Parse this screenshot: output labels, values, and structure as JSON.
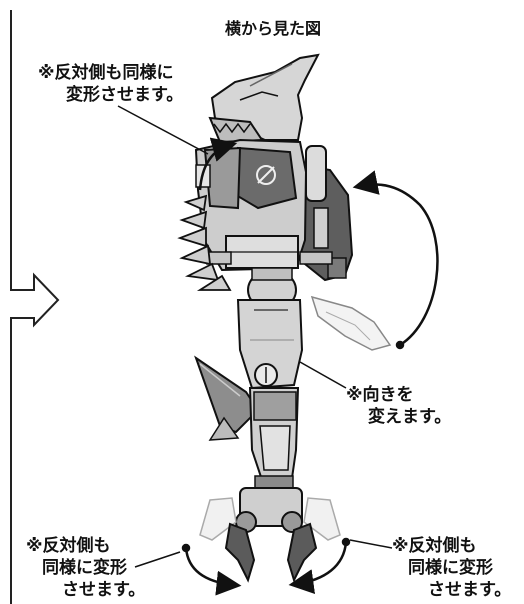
{
  "title": "横から見た図",
  "notes": {
    "top": [
      "※反対側も同様に",
      "変形させます。"
    ],
    "right": [
      "※向きを",
      "変えます。"
    ],
    "bottom_left": [
      "※反対側も",
      "同様に変形",
      "させます。"
    ],
    "bottom_right": [
      "※反対側も",
      "同様に変形",
      "させます。"
    ]
  },
  "colors": {
    "body_light": "#d9d9d9",
    "body_mid": "#b3b3b3",
    "body_dark": "#6a6a6a",
    "outline": "#1a1a1a",
    "ghost": "#ececec"
  }
}
